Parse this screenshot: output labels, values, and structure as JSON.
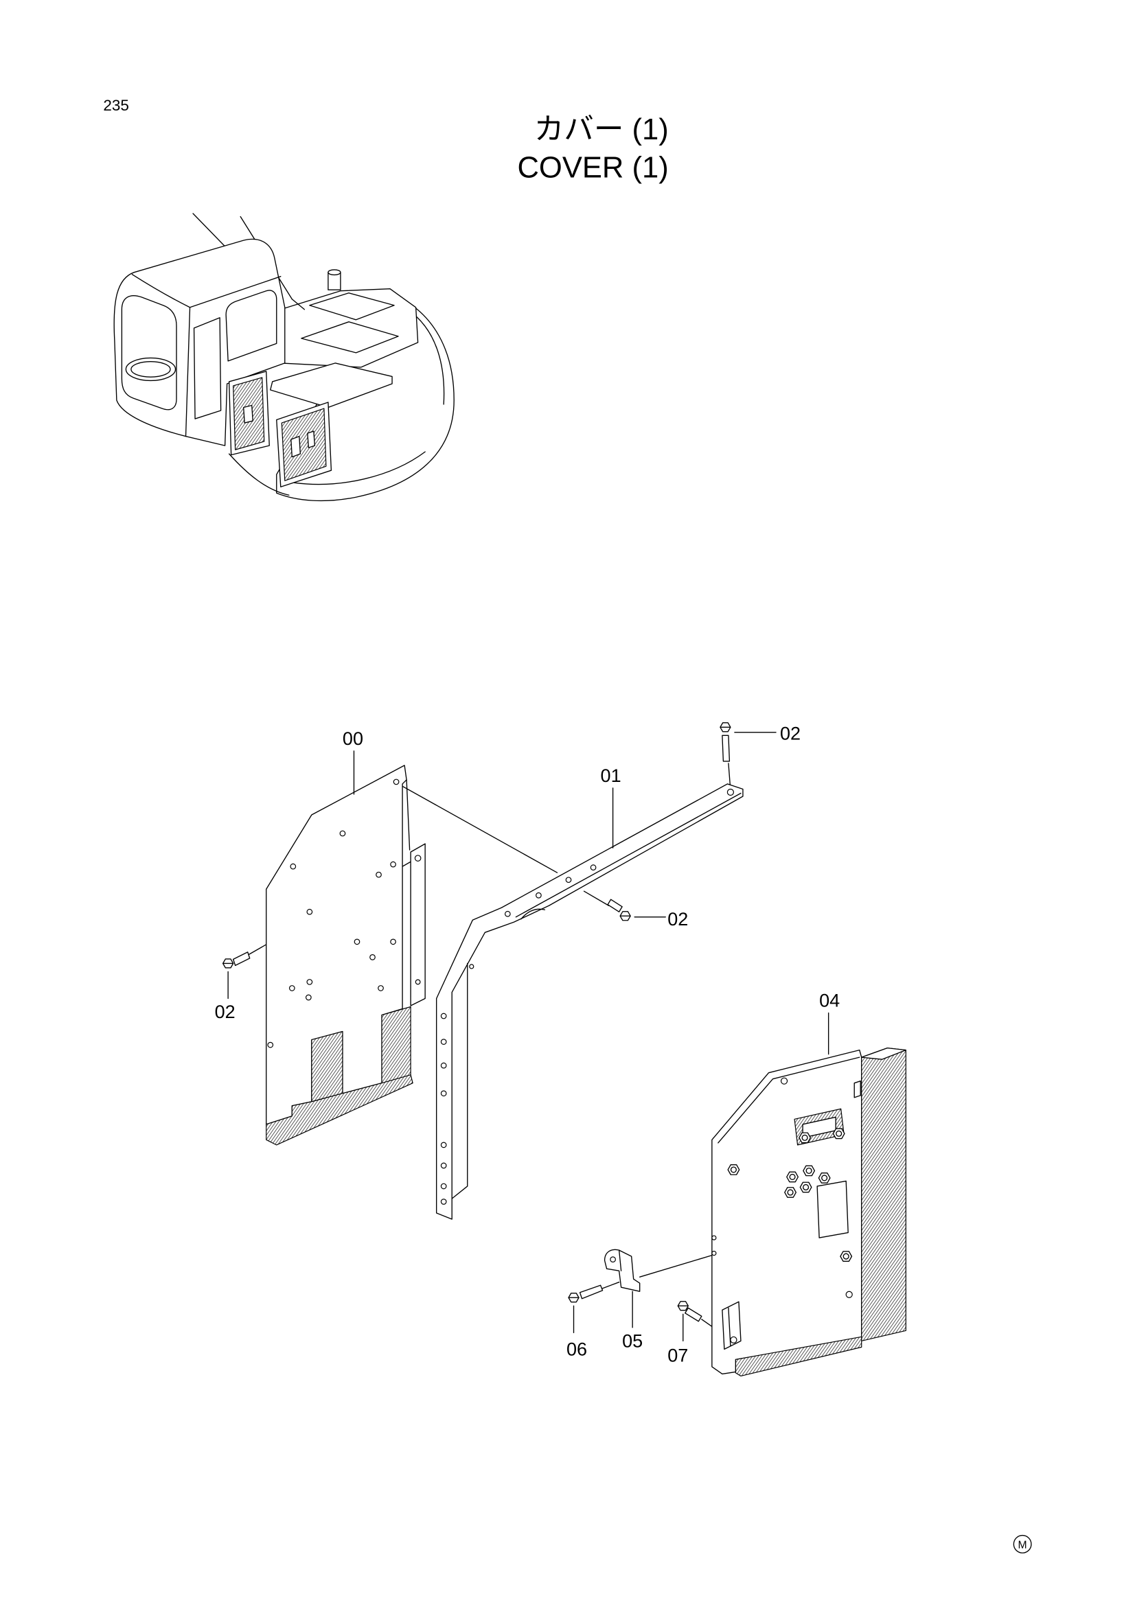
{
  "page_number": "235",
  "title": {
    "jp": "カバー (1)",
    "en": "COVER (1)"
  },
  "callouts": {
    "part_00": "00",
    "part_01": "01",
    "part_02_top": "02",
    "part_02_middle": "02",
    "part_02_left": "02",
    "part_04": "04",
    "part_05": "05",
    "part_06": "06",
    "part_07": "07"
  },
  "mark": "M"
}
